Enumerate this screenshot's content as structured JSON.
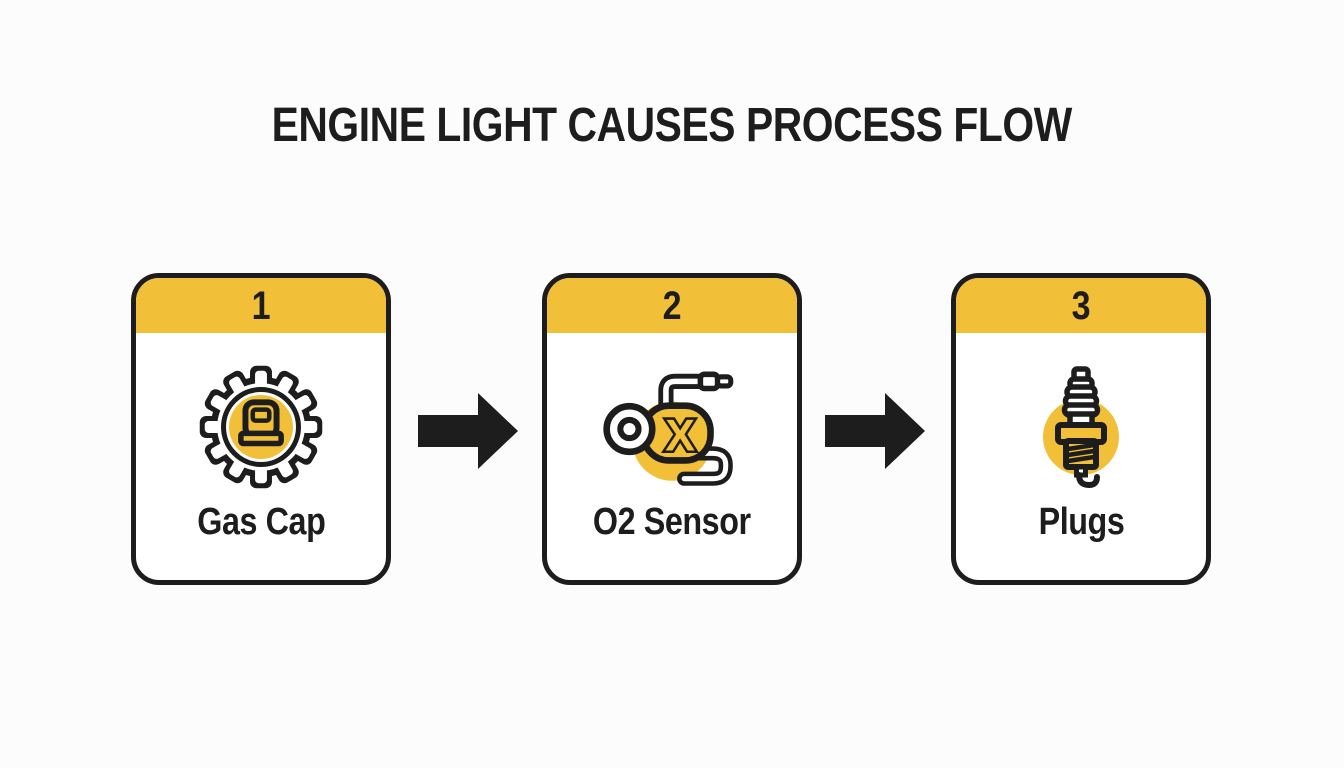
{
  "title": "ENGINE LIGHT CAUSES PROCESS FLOW",
  "colors": {
    "accent": "#F2BF39",
    "ink": "#1D1D1D",
    "background": "#FCFCFC"
  },
  "steps": [
    {
      "number": "1",
      "label": "Gas Cap",
      "icon": "gas-cap-icon"
    },
    {
      "number": "2",
      "label": "O2 Sensor",
      "icon": "o2-sensor-icon",
      "icon_text": "X"
    },
    {
      "number": "3",
      "label": "Plugs",
      "icon": "spark-plug-icon"
    }
  ],
  "connectors": [
    {
      "icon": "arrow-right-icon",
      "direction": "right"
    },
    {
      "icon": "arrow-right-icon",
      "direction": "right"
    }
  ]
}
